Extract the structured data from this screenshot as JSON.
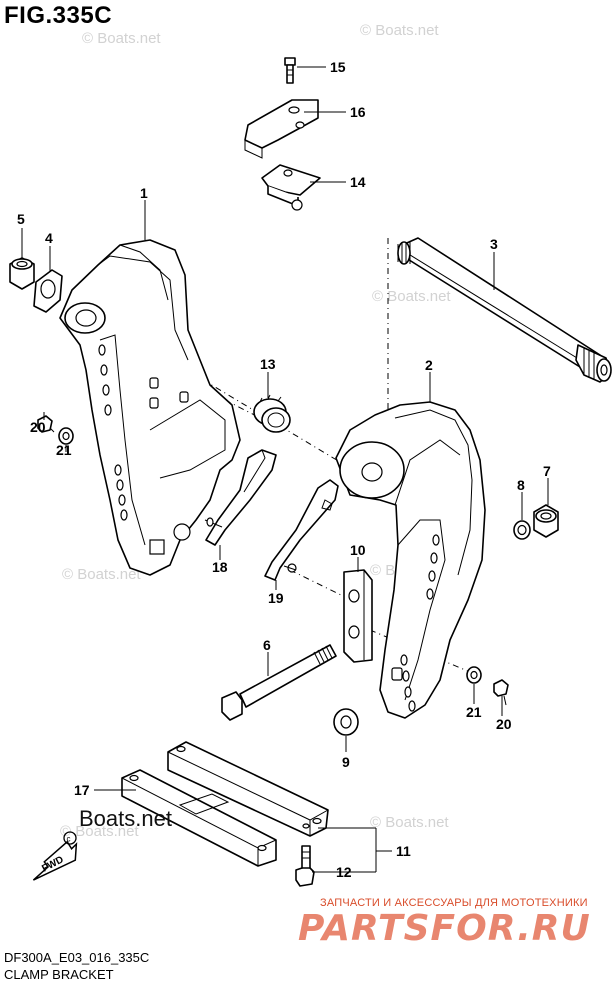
{
  "figure": {
    "title": "FIG.335C",
    "code": "DF300A_E03_016_335C",
    "name": "CLAMP BRACKET"
  },
  "watermarks": [
    "© Boats.net",
    "© Boats.net",
    "© Boats.net",
    "© Boats.net",
    "© Boats.net",
    "© Boats.net",
    "© Boats.net"
  ],
  "forward_marker": {
    "arrow_label": "FWD",
    "brand": "Boats.net"
  },
  "promo": {
    "line": "ЗАПЧАСТИ И АКСЕССУАРЫ ДЛЯ МОТОТЕХНИКИ",
    "brand": "PARTSFOR.RU"
  },
  "callouts": {
    "c1": "1",
    "c2": "2",
    "c3": "3",
    "c4": "4",
    "c5": "5",
    "c6": "6",
    "c7": "7",
    "c8": "8",
    "c9": "9",
    "c10": "10",
    "c11": "11",
    "c12": "12",
    "c13": "13",
    "c14": "14",
    "c15": "15",
    "c16": "16",
    "c17": "17",
    "c18": "18",
    "c19": "19",
    "c20a": "20",
    "c20b": "20",
    "c21a": "21",
    "c21b": "21"
  }
}
